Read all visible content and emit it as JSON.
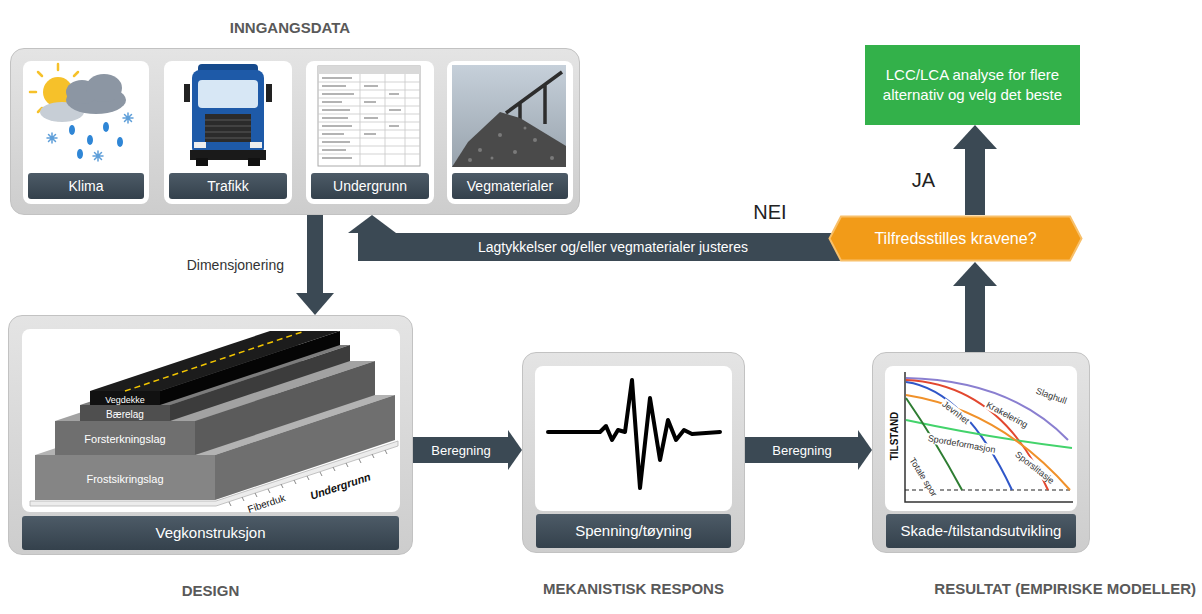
{
  "diagram": {
    "nodes": [
      {
        "text": [
          "INNGANGSDATA"
        ]
      },
      {
        "text": [
          "Klima"
        ],
        "in": 0
      },
      {
        "text": [
          "Trafikk"
        ],
        "in": 0
      },
      {
        "text": [
          "Undergrunn"
        ],
        "in": 0
      },
      {
        "text": [
          "Vegmaterialer"
        ],
        "in": 0
      },
      {
        "text": [
          "Vegkonstruksjon",
          "DESIGN"
        ]
      },
      {
        "text": [
          "Spenning/tøyning",
          "MEKANISTISK RESPONS"
        ]
      },
      {
        "text": [
          "Skade-/tilstandsutvikling",
          "RESULTAT (EMPIRISKE MODELLER)"
        ]
      },
      {
        "text": [
          "Tilfredsstilles kravene?"
        ]
      },
      {
        "text": [
          "LCC/LCA analyse for flere alternativ og velg det beste"
        ]
      }
    ],
    "edges": [
      {
        "from": 0,
        "to": 5,
        "arrow": "to",
        "label": "Dimensjonering"
      },
      {
        "from": 5,
        "to": 6,
        "arrow": "to",
        "label": "Beregning"
      },
      {
        "from": 6,
        "to": 7,
        "arrow": "to",
        "label": "Beregning"
      },
      {
        "from": 7,
        "to": 8,
        "arrow": "to"
      },
      {
        "from": 8,
        "to": 9,
        "arrow": "to",
        "label": "JA"
      },
      {
        "from": 8,
        "to": 0,
        "arrow": "to",
        "label": "Lagtykkelser og/eller vegmaterialer justeres"
      }
    ],
    "labels": [
      "NEI",
      "Vegdekke",
      "Bærelag",
      "Forsterkningslag",
      "Frostsikringslag",
      "Fiberduk",
      "Undergrunn",
      "TILSTAND",
      "Slaghull",
      "Krakelering",
      "Jevnhet",
      "Spordeformasjon",
      "Sporslitasje",
      "Totale spor"
    ]
  }
}
